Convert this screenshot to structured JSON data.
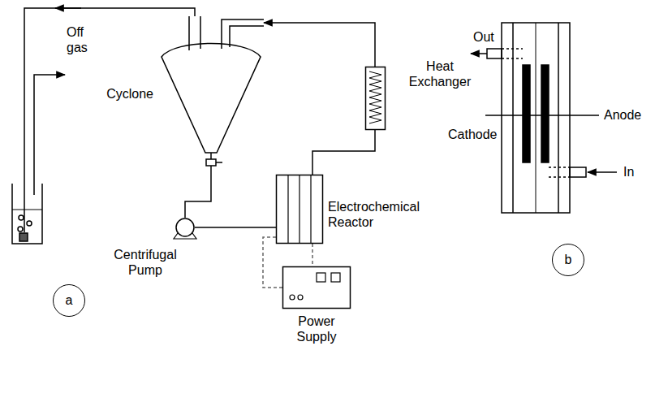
{
  "diagram": {
    "nodes": [
      {
        "text": [
          "Cyclone"
        ]
      },
      {
        "text": [
          "Heat Exchanger"
        ]
      },
      {
        "text": [
          "Electrochemical Reactor"
        ]
      },
      {
        "text": [
          "Centrifugal Pump"
        ]
      },
      {
        "text": [
          "Power Supply"
        ]
      },
      {
        "text": [
          "a"
        ]
      },
      {
        "text": [
          "b"
        ]
      }
    ],
    "edges": [
      {
        "from": 3,
        "to": 2,
        "arrow": "none"
      },
      {
        "from": 2,
        "to": 1,
        "arrow": "none"
      },
      {
        "from": 1,
        "to": 0,
        "arrow": "to"
      },
      {
        "from": 0,
        "to": 3,
        "arrow": "none"
      },
      {
        "from": 2,
        "to": 4,
        "arrow": "none"
      },
      {
        "from": 2,
        "to": 4,
        "arrow": "none"
      }
    ],
    "labels": [
      "Off gas",
      "Out",
      "Cathode",
      "Anode",
      "In"
    ]
  }
}
